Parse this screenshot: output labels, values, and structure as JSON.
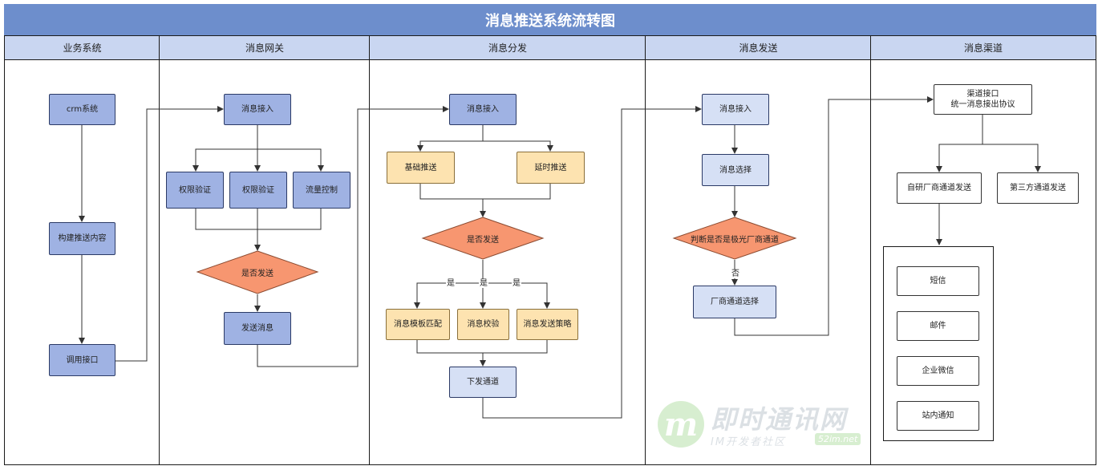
{
  "title": "消息推送系统流转图",
  "lanes": [
    "业务系统",
    "消息网关",
    "消息分发",
    "消息发送",
    "消息渠道"
  ],
  "business": {
    "crm": "crm系统",
    "build": "构建推送内容",
    "call": "调用接口"
  },
  "gateway": {
    "receive": "消息接入",
    "auth1": "权限验证",
    "auth2": "权限验证",
    "flow": "流量控制",
    "decide": "是否发送",
    "send": "发送消息"
  },
  "dispatch": {
    "receive": "消息接入",
    "basic": "基础推送",
    "delay": "延时推送",
    "decide": "是否发送",
    "yes1": "是",
    "yes2": "是",
    "yes3": "是",
    "template": "消息模板匹配",
    "verify": "消息校验",
    "strategy": "消息发送策略",
    "channel": "下发通道"
  },
  "sending": {
    "receive": "消息接入",
    "select": "消息选择",
    "decide": "判断是否是极光厂商通道",
    "no": "否",
    "vendor": "厂商通道选择"
  },
  "channel": {
    "iface_line1": "渠道接口",
    "iface_line2": "统一消息接出协议",
    "self": "自研厂商通道发送",
    "third": "第三方通道发送",
    "sms": "短信",
    "mail": "邮件",
    "wecom": "企业微信",
    "inbox": "站内通知"
  },
  "watermark": {
    "logo": "m",
    "name": "即时通讯网",
    "sub": "IM开发者社区",
    "site": "52im.net"
  },
  "colors": {
    "title_bar": "#6d8ecc",
    "lane_header": "#c9d6f1",
    "node_blue": "#9fb2e3",
    "node_lightblue": "#d6e0f5",
    "node_orange": "#fde3b0",
    "diamond": "#f79670"
  }
}
